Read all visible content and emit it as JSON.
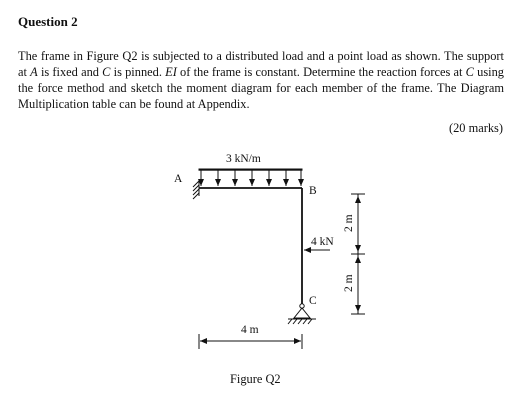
{
  "question": {
    "heading": "Question 2",
    "text_segments": [
      "The frame in Figure Q2 is subjected to a distributed load and a point load as shown. The support at ",
      "A",
      " is fixed and ",
      "C",
      " is pinned. ",
      "EI",
      " of the frame is constant. Determine the reaction forces at ",
      "C",
      " using the force method and sketch the moment diagram for each member of the frame. The Diagram Multiplication table can be found at Appendix."
    ],
    "marks": "(20 marks)"
  },
  "figure": {
    "udl_label": "3 kN/m",
    "point_load_label": "4 kN",
    "node_a": "A",
    "node_b": "B",
    "node_c": "C",
    "dim_beam": "4 m",
    "dim_upper": "2 m",
    "dim_lower": "2 m",
    "caption": "Figure Q2"
  }
}
